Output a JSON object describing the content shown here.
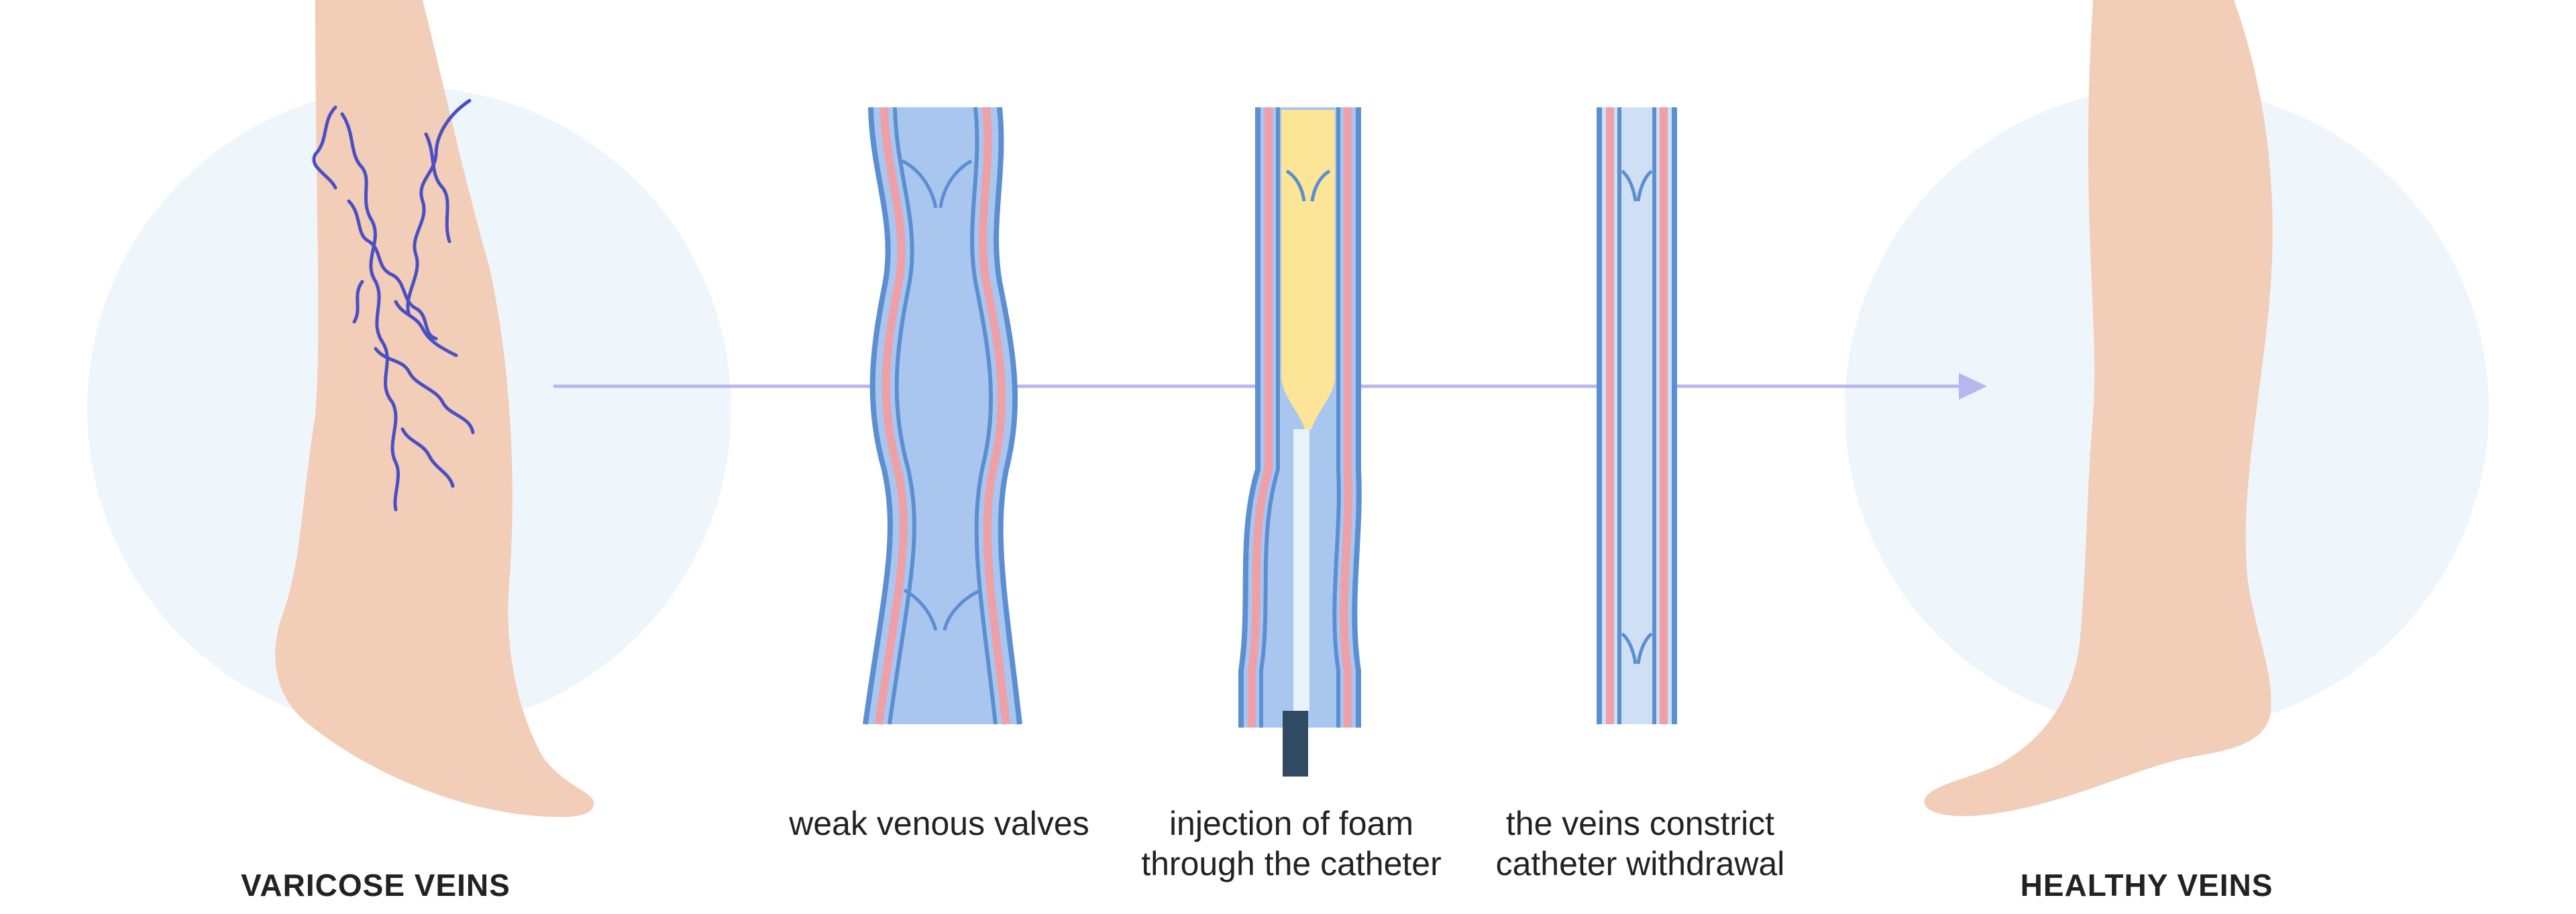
{
  "labels": {
    "varicose": "VARICOSE VEINS",
    "healthy": "HEALTHY VEINS",
    "step1": "weak venous valves",
    "step2_line1": "injection of foam",
    "step2_line2": "through the catheter",
    "step3_line1": "the veins constrict",
    "step3_line2": "catheter withdrawal"
  },
  "colors": {
    "background_circle": "#eef5fb",
    "skin": "#f2cdb8",
    "varicose_vein": "#4a4fc4",
    "vein_outline": "#5b8fd2",
    "vein_wall_pink": "#ef9fa6",
    "blood_blue": "#a9c6ee",
    "blood_light": "#cfdff4",
    "foam_yellow": "#fce596",
    "catheter": "#e9f2fb",
    "catheter_tip": "#2f4a62",
    "arrow": "#b9b6ef"
  },
  "icons": [
    "leg-icon",
    "vein-icon",
    "catheter-icon",
    "arrow-icon"
  ]
}
